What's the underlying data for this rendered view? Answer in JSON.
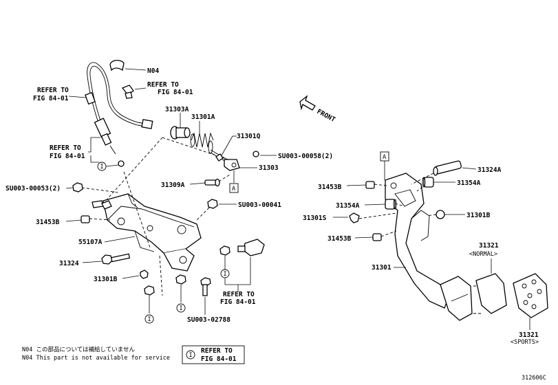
{
  "diagram_id": "312606C",
  "labels": {
    "n04": "N04",
    "refer_to": "REFER TO",
    "fig_84_01": "FIG 84-01",
    "front": "FRONT",
    "p31303A": "31303A",
    "p31301A": "31301A",
    "p31301Q": "31301Q",
    "su0003_00058": "SU003-00058(2)",
    "p31303": "31303",
    "p31309A": "31309A",
    "callout_a": "A",
    "su0003_00053": "SU003-00053(2)",
    "su0003_00041": "SU003-00041",
    "p31453B": "31453B",
    "p55107A": "55107A",
    "p31324": "31324",
    "p31301B": "31301B",
    "su0003_02788": "SU003-02788",
    "p31324A": "31324A",
    "p31354A": "31354A",
    "p31301S": "31301S",
    "p31301": "31301",
    "p31321": "31321",
    "normal": "<NORMAL>",
    "sports": "<SPORTS>",
    "circle_i": "I"
  },
  "notes": {
    "line1": "N04 この部品については補給していません",
    "line2": "N04 This part is not available for service"
  },
  "legend": {
    "symbol": "I",
    "refer": "REFER TO",
    "fig": "FIG 84-01"
  }
}
